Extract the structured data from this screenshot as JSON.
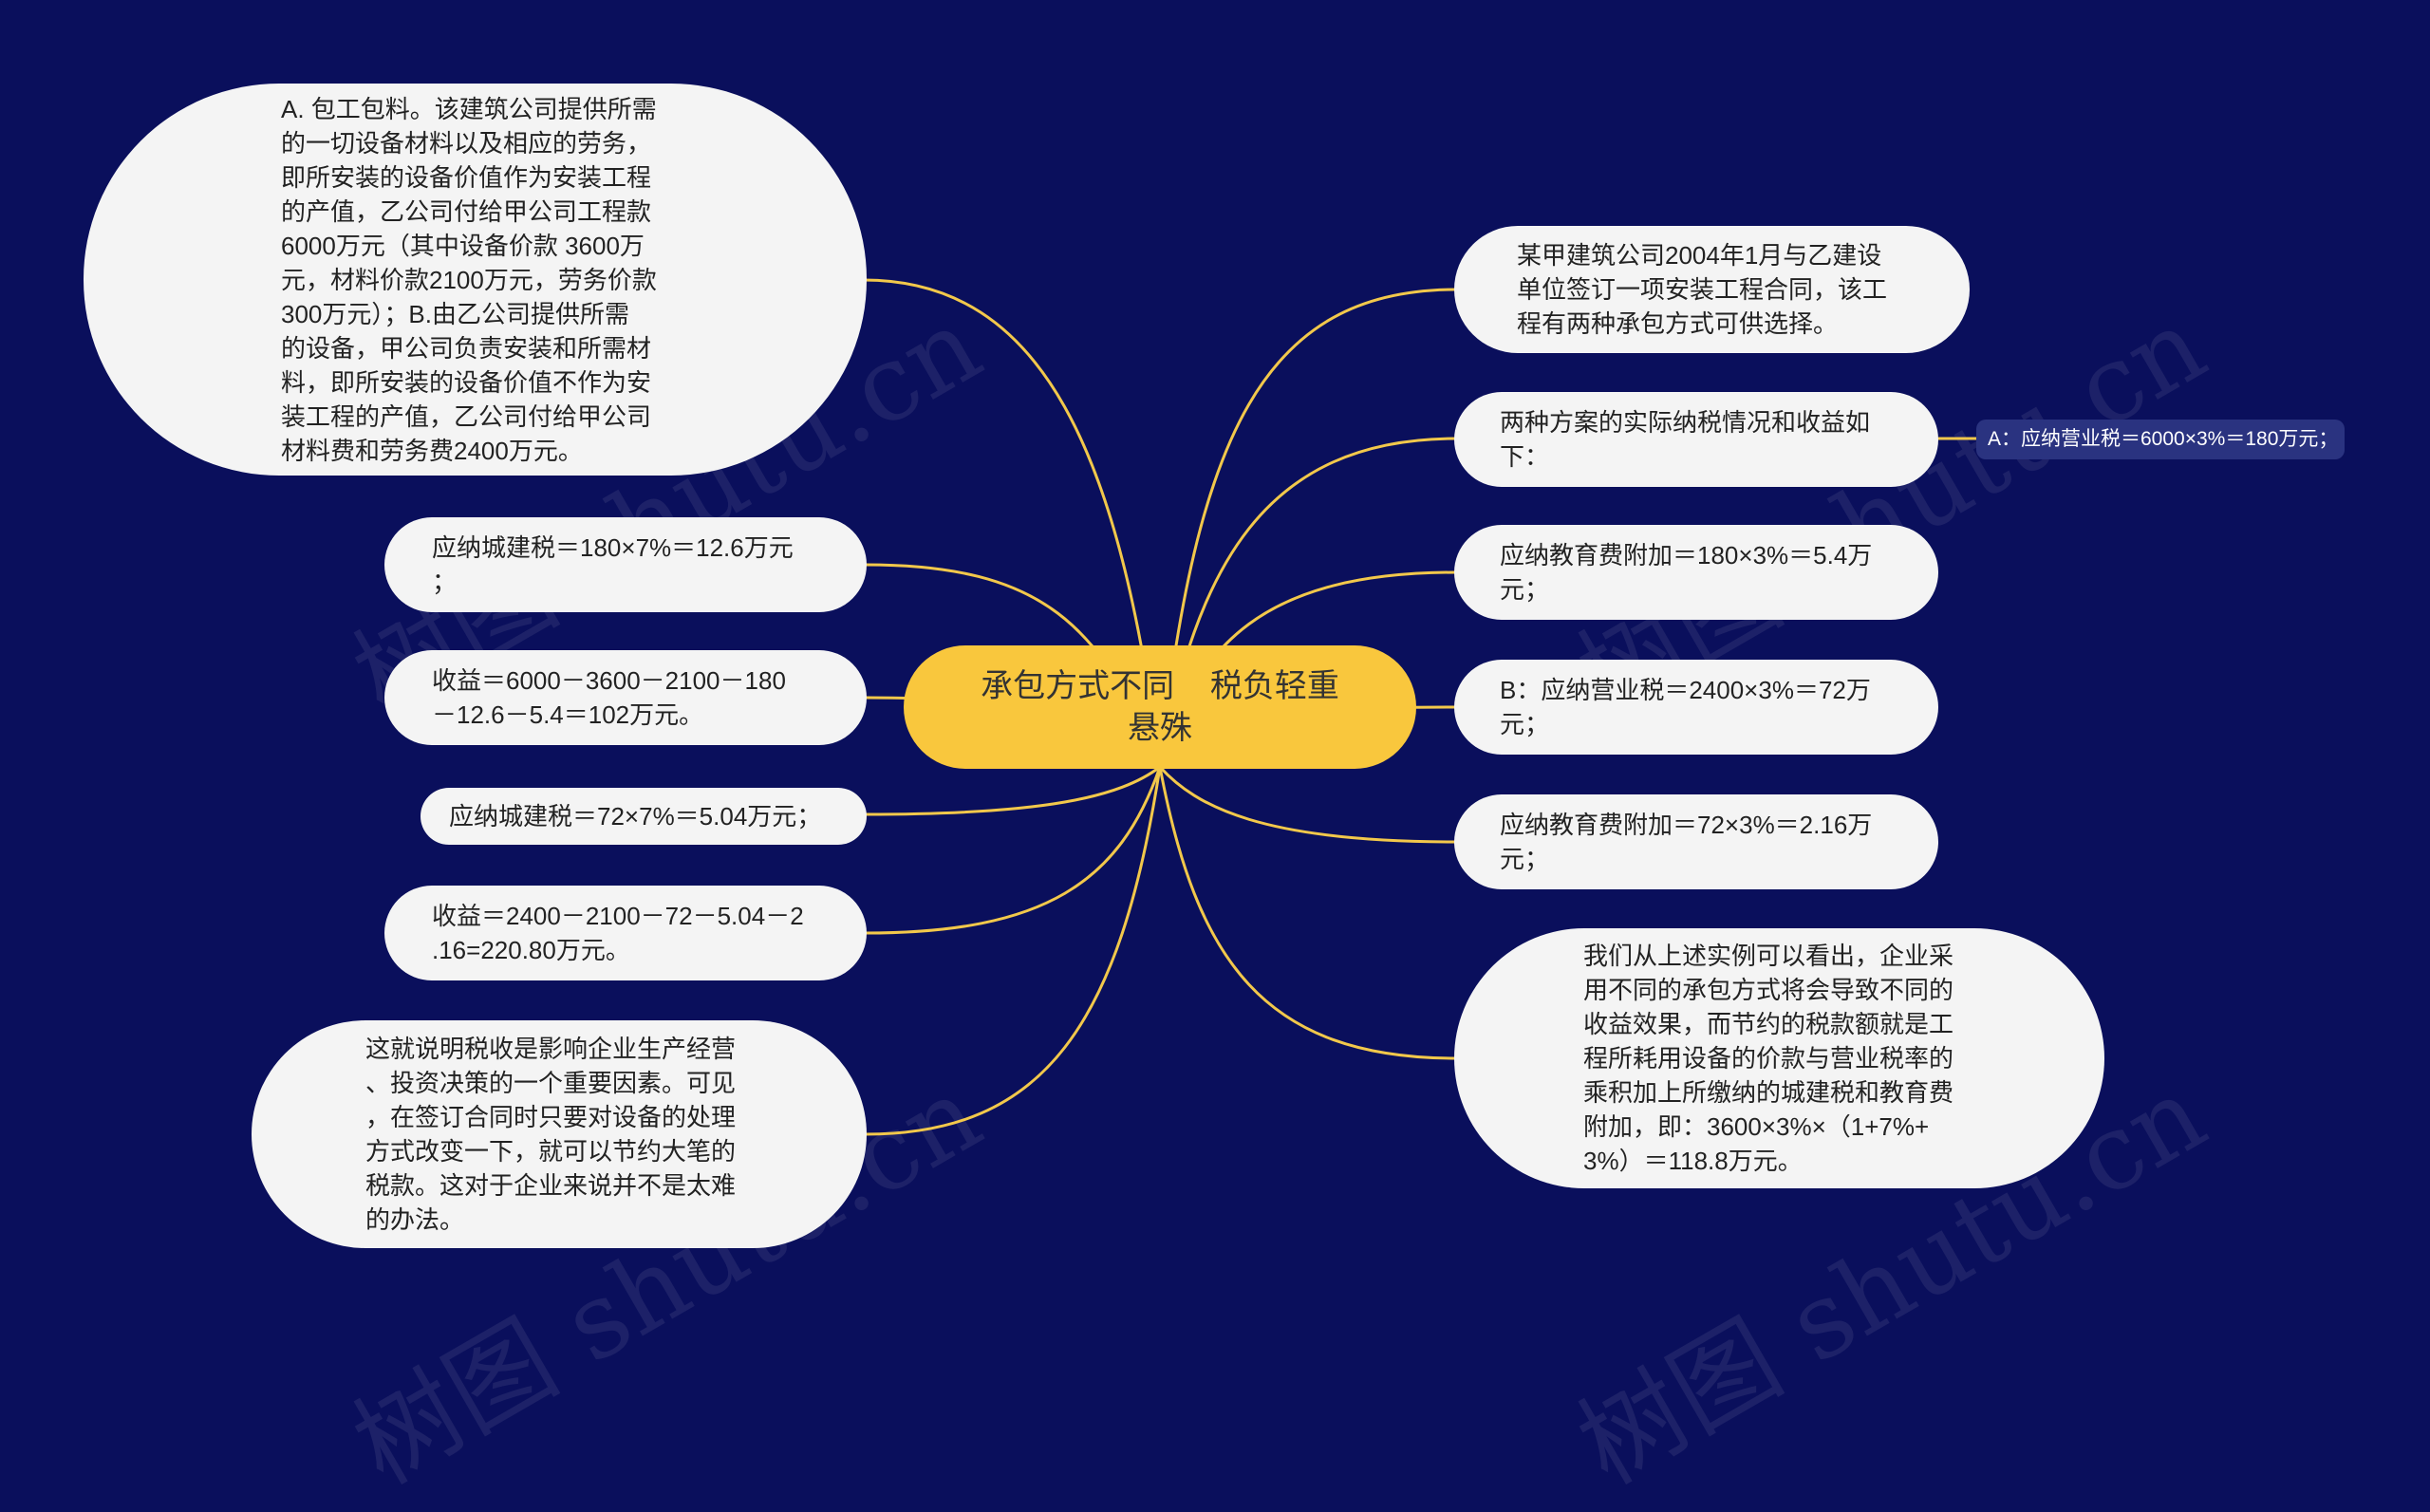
{
  "root": {
    "title": "承包方式不同    税负轻重\n悬殊"
  },
  "left_nodes": [
    {
      "text": "A. 包工包料。该建筑公司提供所需\n的一切设备材料以及相应的劳务，\n即所安装的设备价值作为安装工程\n的产值，乙公司付给甲公司工程款\n6000万元（其中设备价款 3600万\n元，材料价款2100万元，劳务价款\n300万元）；B.由乙公司提供所需\n的设备，甲公司负责安装和所需材\n料，即所安装的设备价值不作为安\n装工程的产值，乙公司付给甲公司\n材料费和劳务费2400万元。"
    },
    {
      "text": "应纳城建税＝180×7%＝12.6万元\n；"
    },
    {
      "text": "收益＝6000－3600－2100－180\n－12.6－5.4＝102万元。"
    },
    {
      "text": "应纳城建税＝72×7%＝5.04万元；"
    },
    {
      "text": "收益＝2400－2100－72－5.04－2\n.16=220.80万元。"
    },
    {
      "text": "这就说明税收是影响企业生产经营\n、投资决策的一个重要因素。可见\n，在签订合同时只要对设备的处理\n方式改变一下，就可以节约大笔的\n税款。这对于企业来说并不是太难\n的办法。"
    }
  ],
  "right_nodes": [
    {
      "text": "某甲建筑公司2004年1月与乙建设\n单位签订一项安装工程合同，该工\n程有两种承包方式可供选择。"
    },
    {
      "text": "两种方案的实际纳税情况和收益如\n下："
    },
    {
      "text": "应纳教育费附加＝180×3%＝5.4万\n元；"
    },
    {
      "text": "B：应纳营业税＝2400×3%＝72万\n元；"
    },
    {
      "text": "应纳教育费附加＝72×3%＝2.16万\n元；"
    },
    {
      "text": "我们从上述实例可以看出，企业采\n用不同的承包方式将会导致不同的\n收益效果，而节约的税款额就是工\n程所耗用设备的价款与营业税率的\n乘积加上所缴纳的城建税和教育费\n附加，即：3600×3%×（1+7%+\n3%）＝118.8万元。"
    }
  ],
  "sub_node": {
    "text": "A：应纳营业税＝6000×3%＝180万元；"
  },
  "watermark": "树图 shutu.cn",
  "colors": {
    "background": "#0a0f5c",
    "root": "#f9c73d",
    "link": "#f2c84b",
    "node": "#f4f4f4",
    "sub_node": "#2a3380"
  }
}
